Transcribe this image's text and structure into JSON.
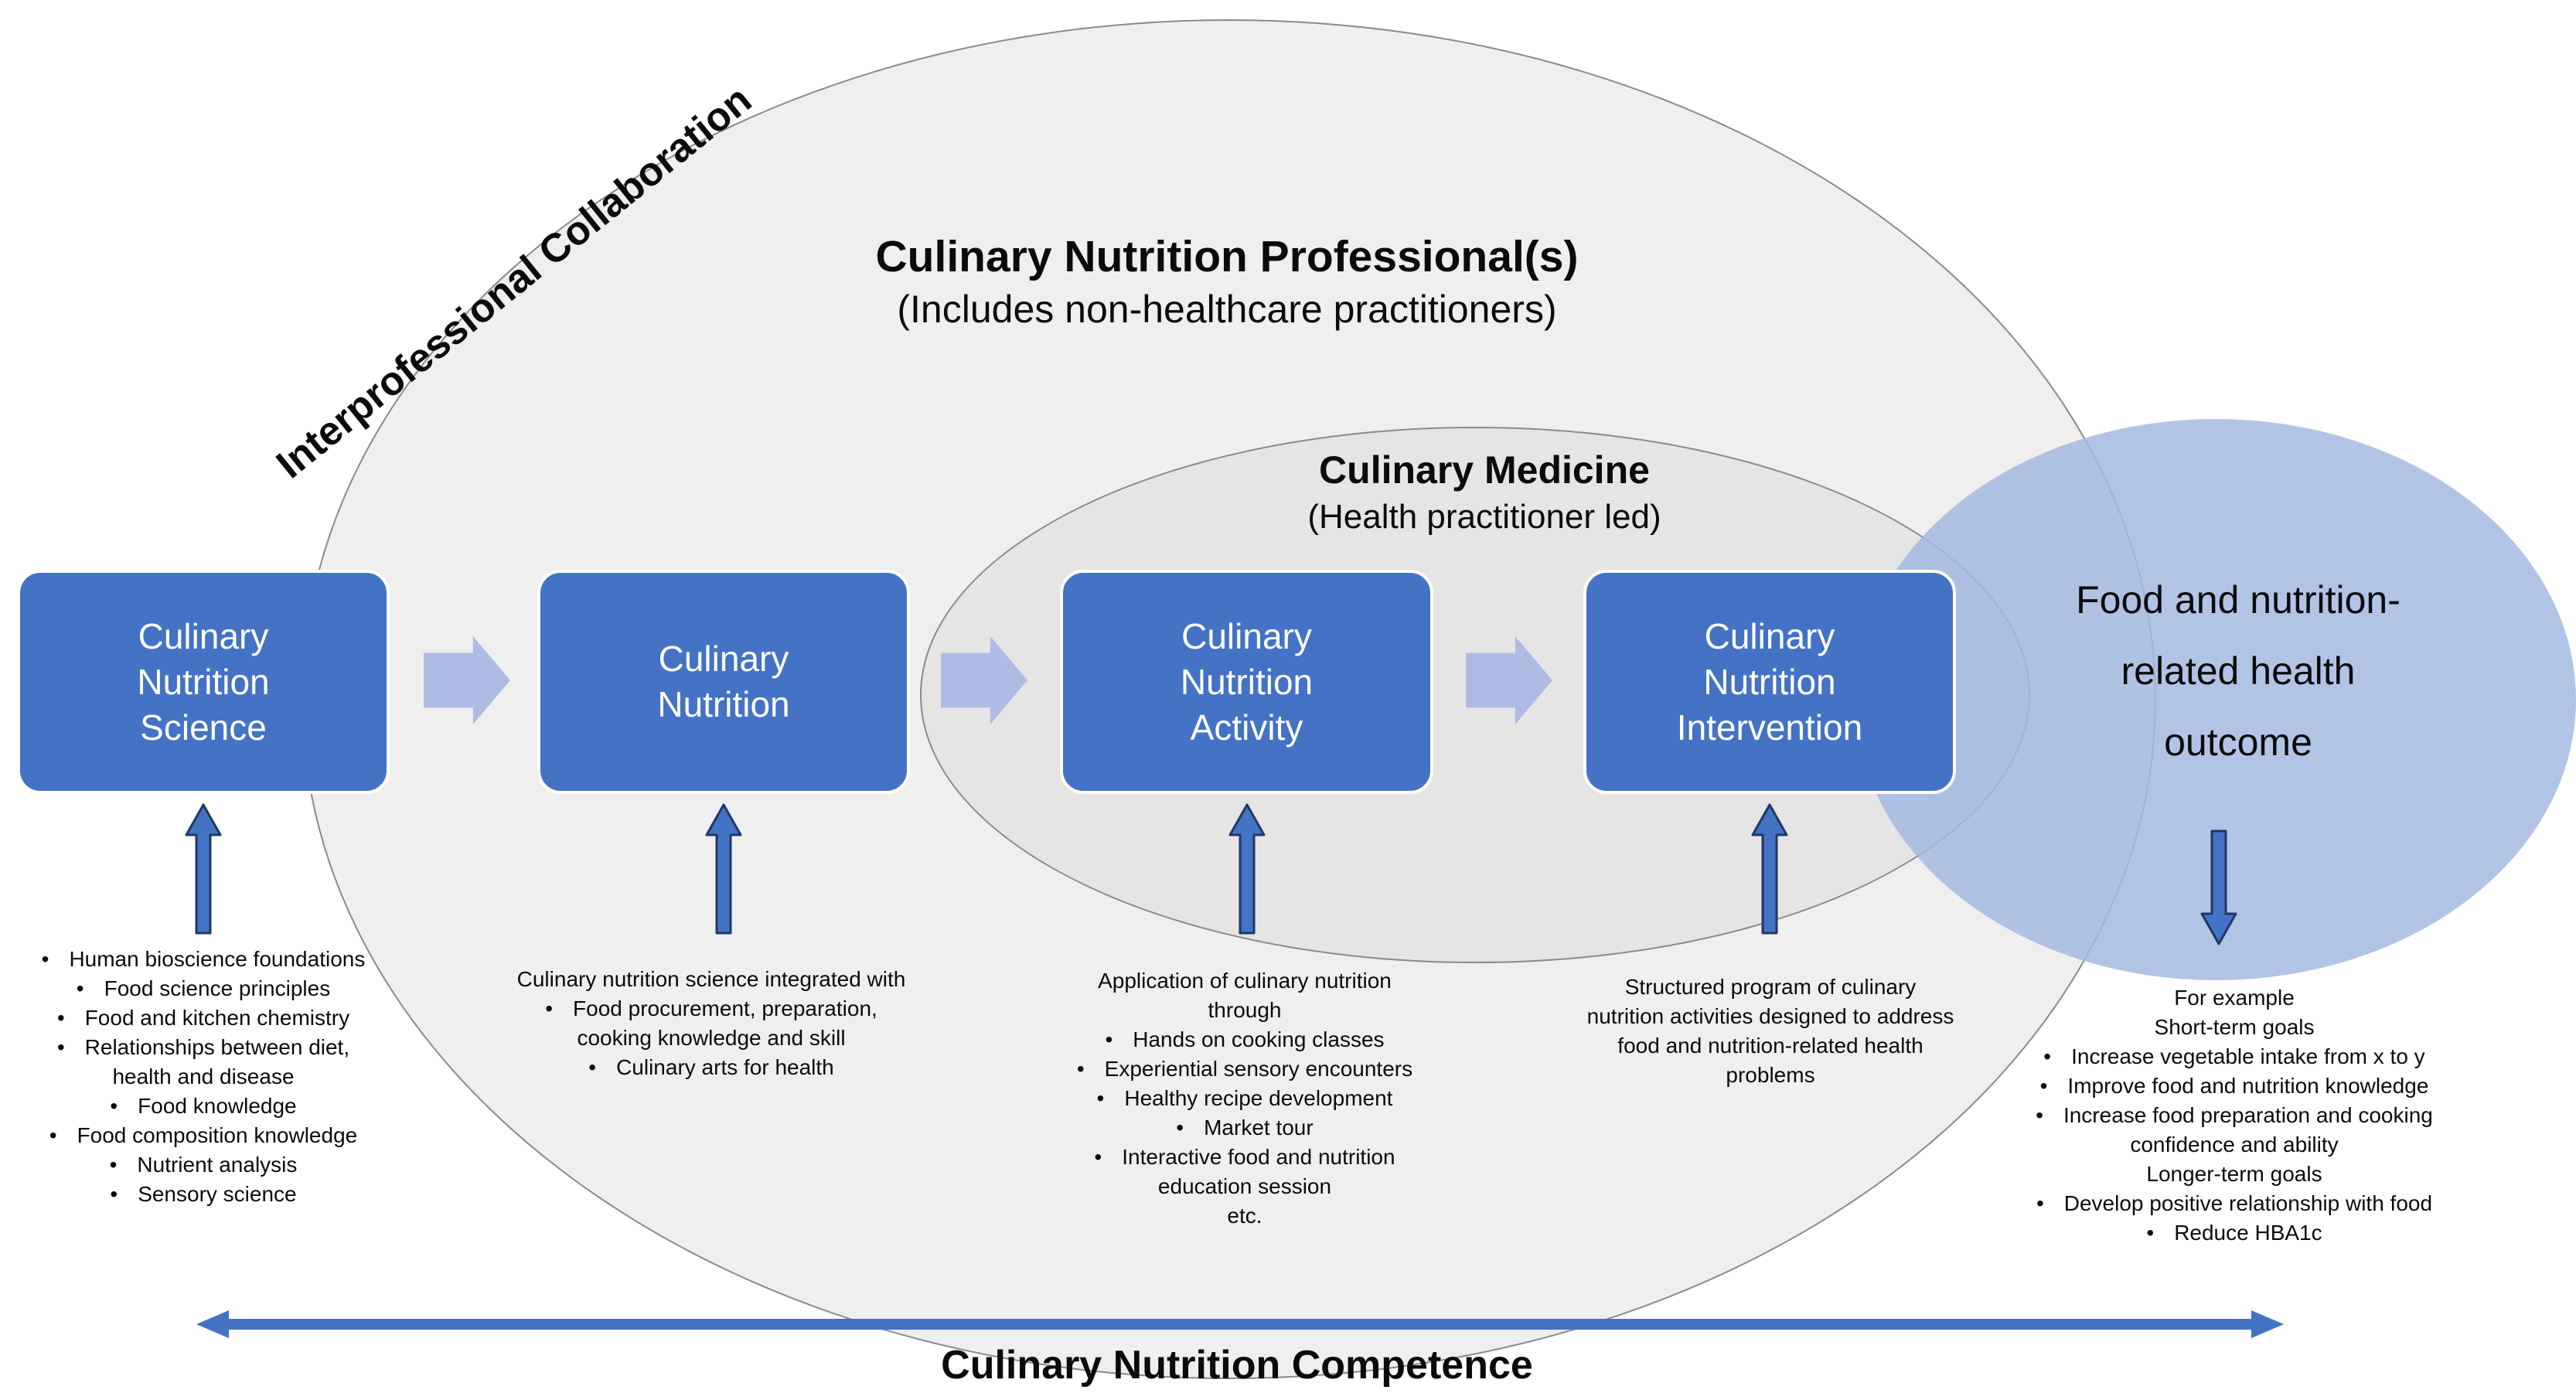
{
  "colors": {
    "box_blue": "#4472C4",
    "box_text": "#FFFFFF",
    "vertical_arrow_fill": "#4472C4",
    "vertical_arrow_outline": "#1F3864",
    "flow_arrow_light_blue": "#AEBBE4",
    "competence_arrow_blue": "#4472C4",
    "outer_ellipse_fill": "#EFEFEF",
    "medicine_ellipse_fill": "#E5E5E5",
    "outcome_ellipse_fill": "#B2C3E9",
    "ellipse_border_gray": "#8A8A8A"
  },
  "bullet_char": "•",
  "collaboration_label": "Interprofessional Collaboration",
  "professional_ellipse": {
    "title": "Culinary Nutrition Professional(s)",
    "subtitle": "(Includes non-healthcare practitioners)"
  },
  "medicine_ellipse": {
    "title": "Culinary Medicine",
    "subtitle": "(Health practitioner led)"
  },
  "outcome_ellipse": {
    "label": "Food and nutrition-related health outcome"
  },
  "boxes": [
    {
      "label": "Culinary Nutrition Science"
    },
    {
      "label": "Culinary Nutrition"
    },
    {
      "label": "Culinary Nutrition Activity"
    },
    {
      "label": "Culinary Nutrition Intervention"
    }
  ],
  "notes": [
    {
      "lines": [
        {
          "b": 1,
          "t": "Human bioscience foundations"
        },
        {
          "b": 2,
          "t": "Food science principles"
        },
        {
          "b": 1,
          "t": "Food and kitchen chemistry"
        },
        {
          "b": 1,
          "t": "Relationships between diet,"
        },
        {
          "b": 0,
          "t": "health and disease"
        },
        {
          "b": 2,
          "t": "Food knowledge"
        },
        {
          "b": 1,
          "t": "Food composition knowledge"
        },
        {
          "b": 2,
          "t": "Nutrient analysis"
        },
        {
          "b": 2,
          "t": "Sensory science"
        }
      ]
    },
    {
      "lines": [
        {
          "b": 0,
          "t": "Culinary nutrition science integrated with"
        },
        {
          "b": 1,
          "t": "Food procurement, preparation,"
        },
        {
          "b": 0,
          "t": "cooking knowledge and skill"
        },
        {
          "b": 2,
          "t": "Culinary arts for health"
        }
      ]
    },
    {
      "lines": [
        {
          "b": 0,
          "t": "Application of culinary nutrition"
        },
        {
          "b": 0,
          "t": "through"
        },
        {
          "b": 1,
          "t": "Hands on cooking classes"
        },
        {
          "b": 1,
          "t": "Experiential sensory encounters"
        },
        {
          "b": 1,
          "t": "Healthy recipe development"
        },
        {
          "b": 2,
          "t": "Market tour"
        },
        {
          "b": 1,
          "t": "Interactive food and nutrition"
        },
        {
          "b": 0,
          "t": "education session"
        },
        {
          "b": 0,
          "t": "etc."
        }
      ]
    },
    {
      "lines": [
        {
          "b": 0,
          "t": "Structured program of culinary"
        },
        {
          "b": 0,
          "t": "nutrition activities designed to address"
        },
        {
          "b": 0,
          "t": "food and nutrition-related health"
        },
        {
          "b": 0,
          "t": "problems"
        }
      ]
    },
    {
      "lines": [
        {
          "b": 0,
          "t": "For example"
        },
        {
          "b": 0,
          "t": "Short-term goals"
        },
        {
          "b": 1,
          "t": "Increase vegetable intake from x to y"
        },
        {
          "b": 1,
          "t": "Improve food and nutrition knowledge"
        },
        {
          "b": 1,
          "t": "Increase food preparation and cooking"
        },
        {
          "b": 0,
          "t": "confidence and ability"
        },
        {
          "b": 0,
          "t": "Longer-term goals"
        },
        {
          "b": 1,
          "t": "Develop positive relationship with food"
        },
        {
          "b": 2,
          "t": "Reduce HBA1c"
        }
      ]
    }
  ],
  "competence_label": "Culinary Nutrition Competence"
}
